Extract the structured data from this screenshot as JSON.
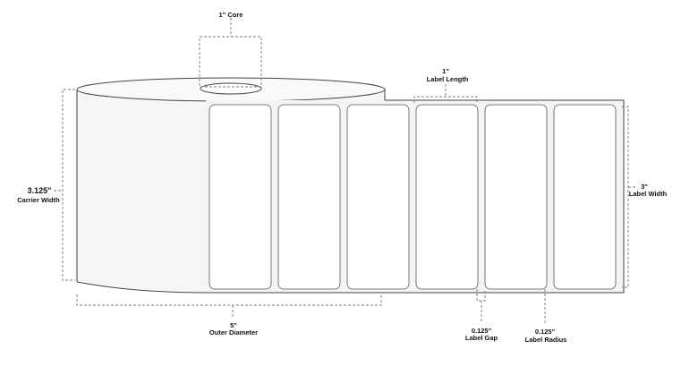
{
  "dimensions": {
    "core": {
      "value": "1\"",
      "label": "Core"
    },
    "carrier_width": {
      "value": "3.125\"",
      "label": "Carrier Width"
    },
    "outer_diameter": {
      "value": "5\"",
      "label": "Outer Diameter"
    },
    "label_length": {
      "value": "1\"",
      "label": "Label Length"
    },
    "label_width": {
      "value": "3\"",
      "label": "Label Width"
    },
    "label_gap": {
      "value": "0.125\"",
      "label": "Label Gap"
    },
    "label_radius": {
      "value": "0.125\"",
      "label": "Label Radius"
    }
  },
  "label_count_visible": 6,
  "colors": {
    "outline": "#444444",
    "roll_fill": "#f6f6f6",
    "label_fill": "#ffffff",
    "dash": "#777777"
  }
}
